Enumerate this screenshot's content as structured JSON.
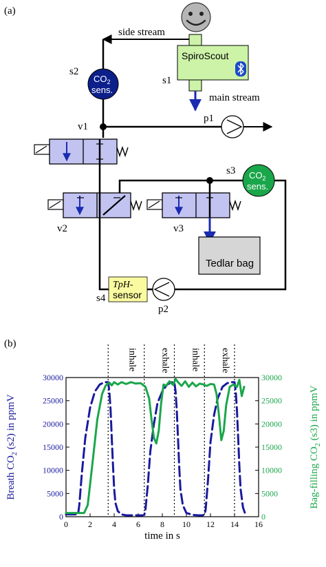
{
  "panel_a": {
    "label": "(a)",
    "nodes": {
      "s1": "s1",
      "s2": "s2",
      "s3": "s3",
      "s4": "s4",
      "p1": "p1",
      "p2": "p2",
      "v1": "v1",
      "v2": "v2",
      "v3": "v3"
    },
    "device": "SpiroScout",
    "side_stream": "side stream",
    "main_stream": "main stream",
    "co2_sensor": {
      "line1_main": "CO",
      "line1_sub": "2",
      "line2": "sens."
    },
    "tedlar_bag": "Tedlar bag",
    "tph_sensor": {
      "line1": "TpH-",
      "line2": "sensor"
    },
    "colors": {
      "sensor_blue": "#0d1f8a",
      "sensor_green": "#1aa64a",
      "valve_fill": "#c3c3f2",
      "spiro_fill": "#ccf3a8",
      "tph_fill": "#fafaa0",
      "bag_fill": "#d6d6d6",
      "flow_arrow": "#1a2cb0"
    }
  },
  "panel_b": {
    "label": "(b)",
    "phases": [
      "inhale",
      "exhale",
      "inhale",
      "exhale"
    ],
    "chart_data": {
      "type": "line",
      "xlabel": "time in s",
      "ylabel_left": {
        "main": "Breath CO",
        "sub": "2",
        "rest": " (s2) in ppmV"
      },
      "ylabel_right": {
        "main": "Bag-filling CO",
        "sub": "2",
        "rest": " (s3) in ppmV"
      },
      "xlim": [
        0,
        16
      ],
      "ylim": [
        0,
        30000
      ],
      "xticks": [
        "0",
        "2",
        "4",
        "6",
        "8",
        "10",
        "12",
        "14",
        "16"
      ],
      "yticks": [
        "0",
        "5000",
        "10000",
        "15000",
        "20000",
        "25000",
        "30000"
      ],
      "phase_lines": [
        3.5,
        6.5,
        9.0,
        11.5,
        14.0
      ],
      "series": [
        {
          "axis": "left",
          "color": "#1a1a9e",
          "style": "dashed",
          "x": [
            0,
            1.0,
            1.1,
            1.3,
            1.6,
            2.0,
            2.4,
            2.8,
            3.2,
            3.5,
            3.6,
            3.7,
            3.8,
            3.9,
            4.0,
            4.1,
            4.3,
            4.6,
            5.0,
            5.5,
            6.0,
            6.3,
            6.5,
            6.6,
            6.8,
            7.0,
            7.3,
            7.6,
            8.0,
            8.4,
            8.8,
            9.0,
            9.1,
            9.2,
            9.3,
            9.4,
            9.5,
            9.7,
            10.0,
            10.5,
            11.0,
            11.3,
            11.5,
            11.6,
            11.8,
            12.0,
            12.3,
            12.6,
            13.0,
            13.4,
            13.8,
            14.0,
            14.1,
            14.2,
            14.3,
            14.4,
            14.5,
            14.7,
            14.9
          ],
          "y": [
            500,
            500,
            2500,
            9000,
            17000,
            23500,
            27000,
            28500,
            29000,
            29000,
            27000,
            23000,
            17000,
            11000,
            6000,
            3000,
            1200,
            500,
            300,
            300,
            300,
            300,
            400,
            1500,
            7000,
            14000,
            20000,
            24500,
            27000,
            28500,
            29000,
            29000,
            27000,
            23000,
            17000,
            11000,
            6000,
            2500,
            800,
            400,
            300,
            300,
            400,
            1500,
            8000,
            16000,
            22000,
            25500,
            28000,
            28800,
            29000,
            29000,
            27000,
            23000,
            17000,
            11000,
            6000,
            2000,
            500
          ]
        },
        {
          "axis": "right",
          "color": "#1aa64a",
          "style": "solid",
          "x": [
            0,
            1.5,
            1.8,
            2.0,
            2.3,
            2.6,
            3.0,
            3.3,
            3.6,
            3.8,
            4.0,
            4.3,
            4.6,
            5.0,
            5.4,
            5.8,
            6.2,
            6.6,
            6.9,
            7.1,
            7.3,
            7.5,
            7.7,
            7.9,
            8.1,
            8.3,
            8.6,
            8.9,
            9.1,
            9.3,
            9.6,
            9.9,
            10.2,
            10.5,
            10.8,
            11.1,
            11.4,
            11.7,
            12.0,
            12.3,
            12.5,
            12.7,
            12.9,
            13.1,
            13.3,
            13.6,
            13.9,
            14.2,
            14.4,
            14.6,
            14.8
          ],
          "y": [
            800,
            800,
            2500,
            7000,
            14000,
            21000,
            26500,
            28300,
            28900,
            28300,
            29000,
            28500,
            29000,
            28600,
            29000,
            28700,
            28800,
            28000,
            25500,
            21000,
            17000,
            15800,
            18500,
            24500,
            28500,
            28200,
            29200,
            28400,
            29700,
            29000,
            28200,
            29200,
            28000,
            28900,
            28100,
            28700,
            28500,
            28200,
            28600,
            28500,
            26500,
            22000,
            16500,
            18500,
            24000,
            28000,
            28500,
            28000,
            29500,
            26000,
            28000
          ]
        }
      ]
    }
  }
}
